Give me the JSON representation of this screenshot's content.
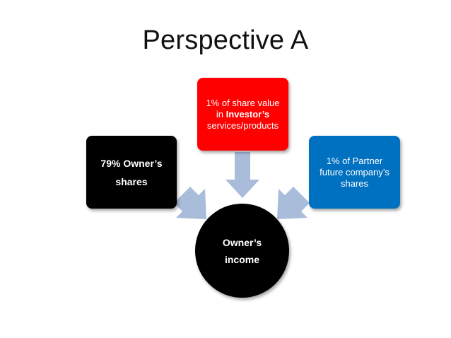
{
  "title": "Perspective A",
  "boxes": {
    "left": {
      "line1": "79% Owner’s",
      "line2": "shares",
      "color": "#000000"
    },
    "top": {
      "line1": "1% of share value",
      "line2_pre": "in ",
      "line2_bold": "Investor’s",
      "line3": "services/products",
      "color": "#ff0000"
    },
    "right": {
      "line1": "1% of Partner",
      "line2": "future company’s",
      "line3": "shares",
      "color": "#0070c0"
    }
  },
  "center": {
    "line1": "Owner’s",
    "line2": "income",
    "color": "#000000"
  },
  "arrow_color": "#a9bcd9"
}
